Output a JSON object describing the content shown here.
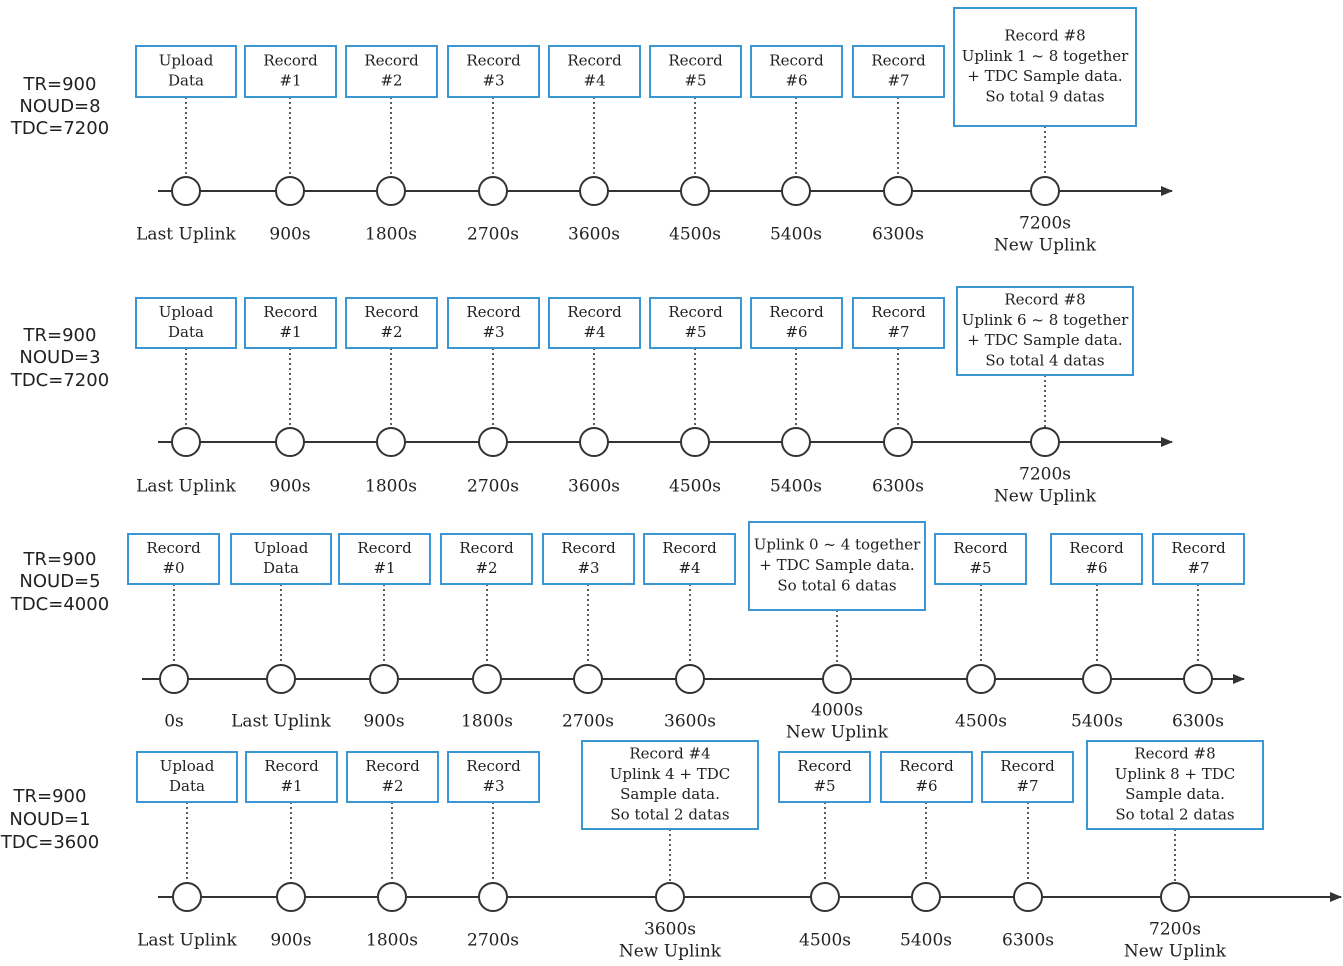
{
  "colors": {
    "box_border": "#3a97d4",
    "line": "#333333",
    "text": "#222222",
    "background": "#ffffff"
  },
  "rows": [
    {
      "params": [
        "TR=900",
        "NOUD=8",
        "TDC=7200"
      ],
      "events": [
        {
          "box": [
            "Upload",
            "Data"
          ],
          "label": [
            "Last Uplink"
          ]
        },
        {
          "box": [
            "Record",
            "#1"
          ],
          "label": [
            "900s"
          ]
        },
        {
          "box": [
            "Record",
            "#2"
          ],
          "label": [
            "1800s"
          ]
        },
        {
          "box": [
            "Record",
            "#3"
          ],
          "label": [
            "2700s"
          ]
        },
        {
          "box": [
            "Record",
            "#4"
          ],
          "label": [
            "3600s"
          ]
        },
        {
          "box": [
            "Record",
            "#5"
          ],
          "label": [
            "4500s"
          ]
        },
        {
          "box": [
            "Record",
            "#6"
          ],
          "label": [
            "5400s"
          ]
        },
        {
          "box": [
            "Record",
            "#7"
          ],
          "label": [
            "6300s"
          ]
        },
        {
          "box": [
            "Record #8",
            "Uplink 1 ~ 8 together",
            "+ TDC Sample data.",
            "So total 9 datas"
          ],
          "label": [
            "7200s",
            "New Uplink"
          ]
        }
      ]
    },
    {
      "params": [
        "TR=900",
        "NOUD=3",
        "TDC=7200"
      ],
      "events": [
        {
          "box": [
            "Upload",
            "Data"
          ],
          "label": [
            "Last Uplink"
          ]
        },
        {
          "box": [
            "Record",
            "#1"
          ],
          "label": [
            "900s"
          ]
        },
        {
          "box": [
            "Record",
            "#2"
          ],
          "label": [
            "1800s"
          ]
        },
        {
          "box": [
            "Record",
            "#3"
          ],
          "label": [
            "2700s"
          ]
        },
        {
          "box": [
            "Record",
            "#4"
          ],
          "label": [
            "3600s"
          ]
        },
        {
          "box": [
            "Record",
            "#5"
          ],
          "label": [
            "4500s"
          ]
        },
        {
          "box": [
            "Record",
            "#6"
          ],
          "label": [
            "5400s"
          ]
        },
        {
          "box": [
            "Record",
            "#7"
          ],
          "label": [
            "6300s"
          ]
        },
        {
          "box": [
            "Record #8",
            "Uplink 6 ~ 8 together",
            "+ TDC Sample data.",
            "So total 4 datas"
          ],
          "label": [
            "7200s",
            "New Uplink"
          ]
        }
      ]
    },
    {
      "params": [
        "TR=900",
        "NOUD=5",
        "TDC=4000"
      ],
      "events": [
        {
          "box": [
            "Record",
            "#0"
          ],
          "label": [
            "0s"
          ]
        },
        {
          "box": [
            "Upload",
            "Data"
          ],
          "label": [
            "Last Uplink"
          ]
        },
        {
          "box": [
            "Record",
            "#1"
          ],
          "label": [
            "900s"
          ]
        },
        {
          "box": [
            "Record",
            "#2"
          ],
          "label": [
            "1800s"
          ]
        },
        {
          "box": [
            "Record",
            "#3"
          ],
          "label": [
            "2700s"
          ]
        },
        {
          "box": [
            "Record",
            "#4"
          ],
          "label": [
            "3600s"
          ]
        },
        {
          "box": [
            "Uplink 0 ~ 4 together",
            "+ TDC Sample data.",
            "So total 6 datas"
          ],
          "label": [
            "4000s",
            "New Uplink"
          ]
        },
        {
          "box": [
            "Record",
            "#5"
          ],
          "label": [
            "4500s"
          ]
        },
        {
          "box": [
            "Record",
            "#6"
          ],
          "label": [
            "5400s"
          ]
        },
        {
          "box": [
            "Record",
            "#7"
          ],
          "label": [
            "6300s"
          ]
        }
      ]
    },
    {
      "params": [
        "TR=900",
        "NOUD=1",
        "TDC=3600"
      ],
      "events": [
        {
          "box": [
            "Upload",
            "Data"
          ],
          "label": [
            "Last Uplink"
          ]
        },
        {
          "box": [
            "Record",
            "#1"
          ],
          "label": [
            "900s"
          ]
        },
        {
          "box": [
            "Record",
            "#2"
          ],
          "label": [
            "1800s"
          ]
        },
        {
          "box": [
            "Record",
            "#3"
          ],
          "label": [
            "2700s"
          ]
        },
        {
          "box": [
            "Record #4",
            "Uplink 4 + TDC",
            "Sample data.",
            "So total 2 datas"
          ],
          "label": [
            "3600s",
            "New Uplink"
          ]
        },
        {
          "box": [
            "Record",
            "#5"
          ],
          "label": [
            "4500s"
          ]
        },
        {
          "box": [
            "Record",
            "#6"
          ],
          "label": [
            "5400s"
          ]
        },
        {
          "box": [
            "Record",
            "#7"
          ],
          "label": [
            "6300s"
          ]
        },
        {
          "box": [
            "Record #8",
            "Uplink 8  + TDC",
            "Sample data.",
            "So total 2 datas"
          ],
          "label": [
            "7200s",
            "New Uplink"
          ]
        }
      ]
    }
  ]
}
